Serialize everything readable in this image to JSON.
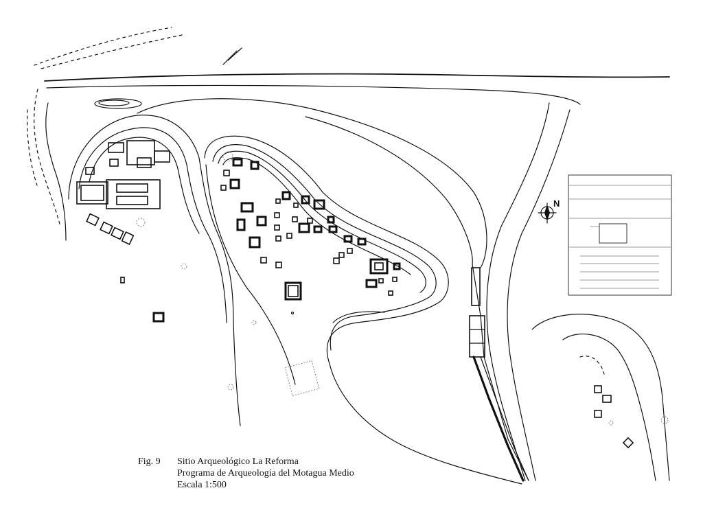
{
  "figure": {
    "label": "Fig. 9",
    "caption_lines": [
      "Sitio Arqueológico La Reforma",
      "Programa de Arqueología del Motagua Medio",
      "Escala 1:500"
    ]
  },
  "north_arrow": {
    "letter": "N"
  },
  "colors": {
    "ink": "#111111",
    "paper": "#ffffff"
  },
  "icons": {
    "north_arrow": "compass-north-icon"
  }
}
